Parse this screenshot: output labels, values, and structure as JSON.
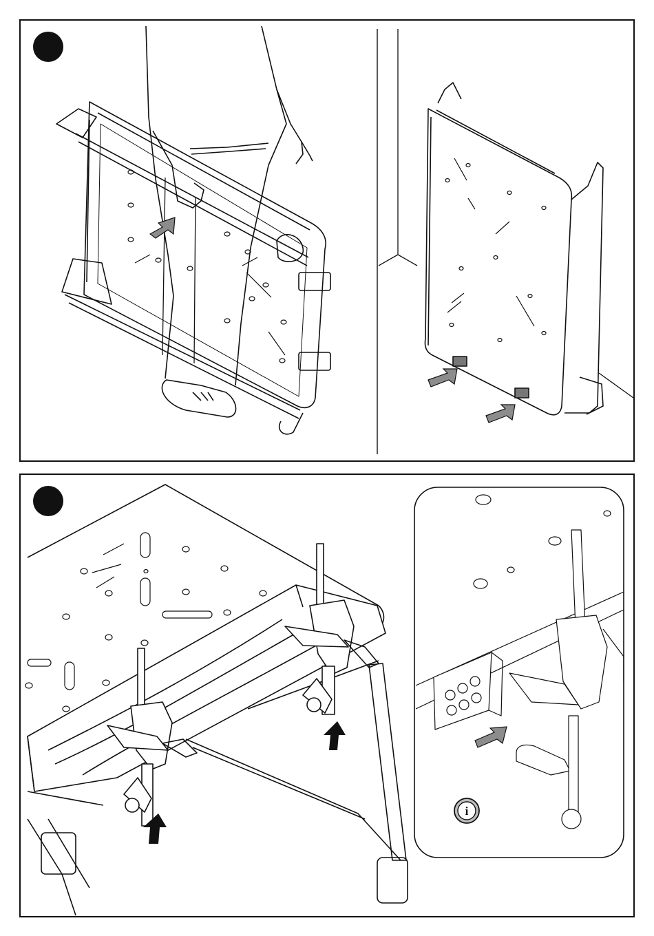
{
  "page": {
    "background": "#ffffff",
    "line_color": "#111111",
    "accent_gray": "#8c8c8c"
  },
  "steps": [
    {
      "id": "step-1",
      "number": ""
    },
    {
      "id": "step-2",
      "number": ""
    }
  ],
  "icons": {
    "step_badge": "filled-circle-icon",
    "direction_arrow": "arrow-icon",
    "info": "info-icon"
  },
  "info_badge": {
    "glyph": "i"
  }
}
